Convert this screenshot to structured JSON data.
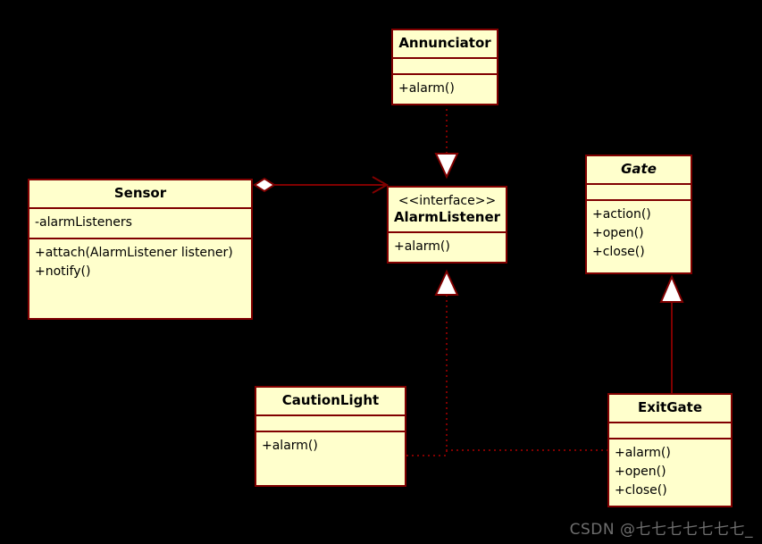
{
  "diagram": {
    "type": "uml-class-diagram",
    "background_color": "#000000",
    "box_fill_color": "#ffffcc",
    "box_border_color": "#800000",
    "link_color": "#800000",
    "text_color": "#000000"
  },
  "classes": {
    "annunciator": {
      "name": "Annunciator",
      "stereotype": "",
      "abstract": false,
      "attributes": [],
      "operations": [
        "+alarm()"
      ]
    },
    "alarm_listener": {
      "name": "AlarmListener",
      "stereotype": "<<interface>>",
      "abstract": false,
      "attributes": [],
      "operations": [
        "+alarm()"
      ]
    },
    "sensor": {
      "name": "Sensor",
      "stereotype": "",
      "abstract": false,
      "attributes": [
        "-alarmListeners"
      ],
      "operations": [
        "+attach(AlarmListener  listener)",
        "+notify()"
      ]
    },
    "gate": {
      "name": "Gate",
      "stereotype": "",
      "abstract": true,
      "attributes": [],
      "operations": [
        "+action()",
        "+open()",
        "+close()"
      ]
    },
    "caution_light": {
      "name": "CautionLight",
      "stereotype": "",
      "abstract": false,
      "attributes": [],
      "operations": [
        "+alarm()"
      ]
    },
    "exit_gate": {
      "name": "ExitGate",
      "stereotype": "",
      "abstract": false,
      "attributes": [],
      "operations": [
        "+alarm()",
        "+open()",
        "+close()"
      ]
    }
  },
  "relationships": [
    {
      "id": "annunciator-implements-alarmlistener",
      "from": "Annunciator",
      "to": "AlarmListener",
      "kind": "realization",
      "line": "dotted",
      "arrowhead": "hollow-triangle"
    },
    {
      "id": "sensor-aggregates-alarmlistener",
      "from": "Sensor",
      "to": "AlarmListener",
      "kind": "aggregation",
      "line": "solid",
      "arrowhead": "open-arrow",
      "tailhead": "hollow-diamond"
    },
    {
      "id": "cautionlight-implements-alarmlistener",
      "from": "CautionLight",
      "to": "AlarmListener",
      "kind": "realization",
      "line": "dotted",
      "arrowhead": "hollow-triangle"
    },
    {
      "id": "exitgate-implements-alarmlistener",
      "from": "ExitGate",
      "to": "AlarmListener",
      "kind": "realization",
      "line": "dotted",
      "arrowhead": "hollow-triangle"
    },
    {
      "id": "exitgate-extends-gate",
      "from": "ExitGate",
      "to": "Gate",
      "kind": "generalization",
      "line": "solid",
      "arrowhead": "hollow-triangle"
    }
  ],
  "watermark": {
    "text": "CSDN @七七七七七七七_"
  }
}
